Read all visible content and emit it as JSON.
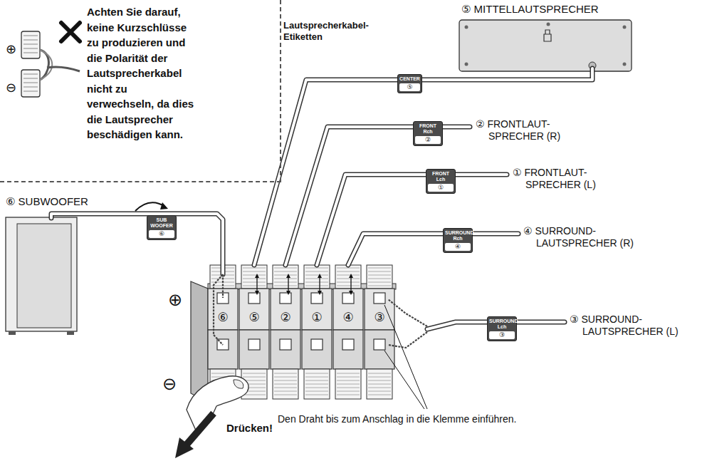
{
  "diagram": {
    "nodes": [
      {
        "text": [
          "Achten Sie darauf, keine Kurzschlüsse zu produzieren und die Polarität der Lautsprecherkabel nicht zu verwechseln, da dies die Lautsprecher beschädigen kann."
        ]
      },
      {
        "text": [
          "CENTER",
          "⑤"
        ]
      },
      {
        "text": [
          "FRONT Rch",
          "②"
        ]
      },
      {
        "text": [
          "FRONT Lch",
          "①"
        ]
      },
      {
        "text": [
          "SURROUND Rch",
          "④"
        ]
      },
      {
        "text": [
          "SUB WOOFER",
          "⑥"
        ]
      },
      {
        "text": [
          "SURROUND Lch",
          "③"
        ]
      }
    ],
    "labels": [
      "⊕",
      "⊖",
      "Lautsprecherkabel- Etiketten",
      "⑤ MITTELLAUTSPRECHER",
      "② FRONTLAUT- SPRECHER (R)",
      "① FRONTLAUT- SPRECHER (L)",
      "⑥ SUBWOOFER",
      "④ SURROUND- LAUTSPRECHER (R)",
      "⊕",
      "⑥",
      "⑤",
      "②",
      "①",
      "④",
      "③",
      "③ SURROUND- LAUTSPRECHER (L)",
      "⊖",
      "Drücken!",
      "Den Draht bis zum Anschlag in die Klemme einführen."
    ]
  }
}
